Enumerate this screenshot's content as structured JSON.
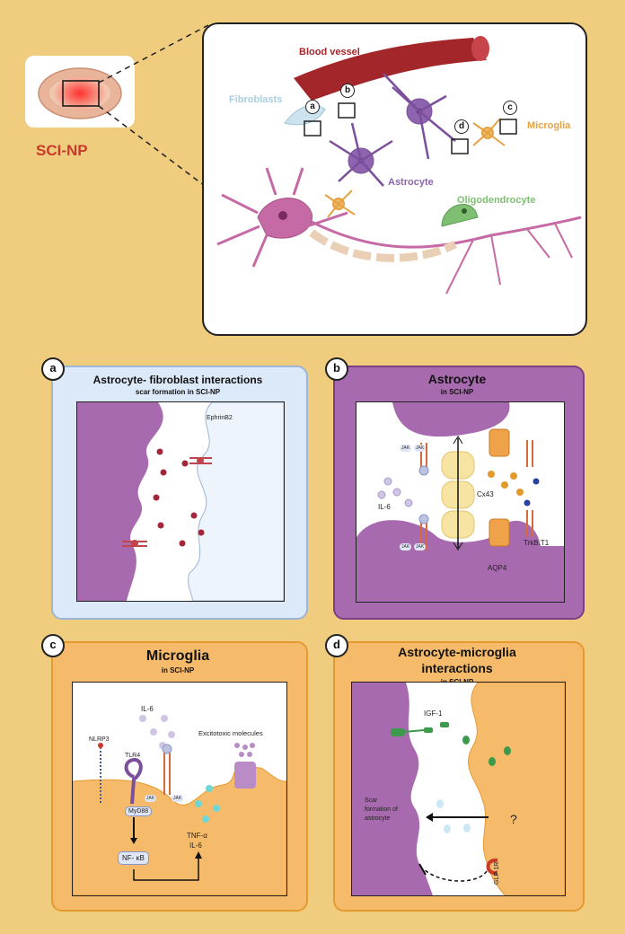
{
  "overview": {
    "sci_np_label": "SCI-NP",
    "labels": {
      "blood_vessel": "Blood vessel",
      "fibroblasts": "Fibroblasts",
      "microglia": "Microglia",
      "astrocyte": "Astrocyte",
      "oligodendrocyte": "Oligodendrocyte"
    },
    "markers": [
      "a",
      "b",
      "c",
      "d"
    ]
  },
  "panel_a": {
    "badge": "a",
    "title": "Astrocyte- fibroblast interactions",
    "subtitle": "scar formation in SCI-NP",
    "ephrin": "EphrinB2"
  },
  "panel_b": {
    "badge": "b",
    "title": "Astrocyte",
    "subtitle": "in SCI-NP",
    "il6": "IL-6",
    "cx43": "Cx43",
    "trkb": "TrkB.T1",
    "aqp4": "AQP4",
    "jak": "JAK"
  },
  "panel_c": {
    "badge": "c",
    "title": "Microglia",
    "subtitle": "in SCI-NP",
    "il6": "IL-6",
    "nlrp3": "NLRP3",
    "tlr4": "TLR4",
    "myd88": "MyD88",
    "nfkb": "NF- κB",
    "tnf": "TNF-α",
    "il6_out": "IL-6",
    "excito": "Excitotoxic molecules",
    "jak": "JAK"
  },
  "panel_d": {
    "badge": "d",
    "title_line1": "Astrocyte-microglia",
    "title_line2": "interactions",
    "subtitle": "in SCI-NP",
    "igf1": "IGF-1",
    "scar1": "Scar",
    "scar2": "formation of",
    "scar3": "astrocyte",
    "question": "?",
    "glp1r": "GLP-1R"
  },
  "colors": {
    "background": "#f0cd7e",
    "astrocyte": "#a86aae",
    "microglia": "#f6bb6a",
    "fibroblast": "#dce9f8",
    "sci_red": "#c83a2a"
  }
}
